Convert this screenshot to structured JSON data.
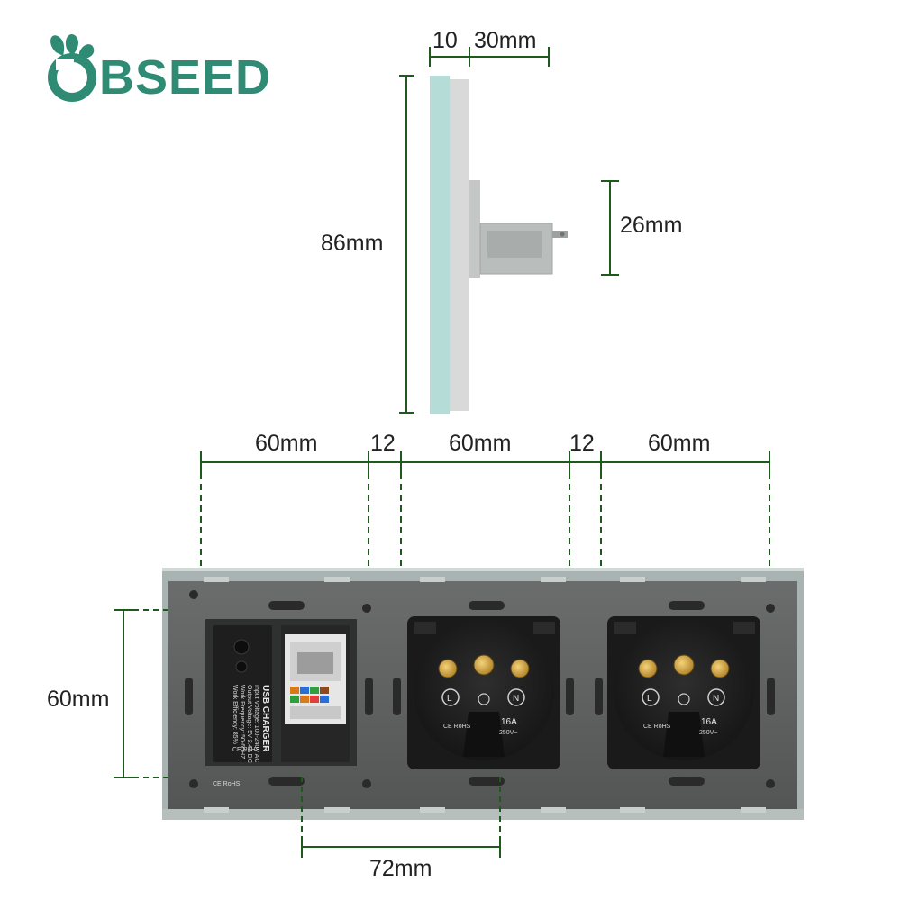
{
  "brand": {
    "name": "BSEED",
    "color": "#2f8b73",
    "icon": "bseed-leaf-logo-icon"
  },
  "colors": {
    "dimension_line": "#1e5a1e",
    "panel_frame": "#a9b3b1",
    "panel_face": "#5c5f5e",
    "module_body": "#262626",
    "glass_edge": "#b6dcd8",
    "back_plate": "#d9d9d9",
    "connector": "#b9bdbb"
  },
  "side_view": {
    "height_label": "86mm",
    "glass_thickness_label": "10",
    "depth_label": "30mm",
    "connector_height_label": "26mm"
  },
  "front_view": {
    "widths": [
      "60mm",
      "12",
      "60mm",
      "12",
      "60mm"
    ],
    "height_label": "60mm",
    "pitch_label": "72mm"
  },
  "modules": [
    {
      "type": "usb-charger-and-rj45",
      "usb_label": "USB CHARGER",
      "usb_spec_lines": [
        "Input Voltage: 100-240V AC",
        "Output Voltage: 5V 2.4A DC",
        "Work Frequency: 50-60HZ",
        "Work Efficiency: 85%"
      ],
      "marks": "CE RoHS",
      "frame_mark": "CE RoHS"
    },
    {
      "type": "schuko-socket",
      "terminals": [
        "L",
        "N"
      ],
      "rating": "16A",
      "voltage": "250V~",
      "marks": "CE RoHS"
    },
    {
      "type": "schuko-socket",
      "terminals": [
        "L",
        "N"
      ],
      "rating": "16A",
      "voltage": "250V~",
      "marks": "CE RoHS"
    }
  ]
}
